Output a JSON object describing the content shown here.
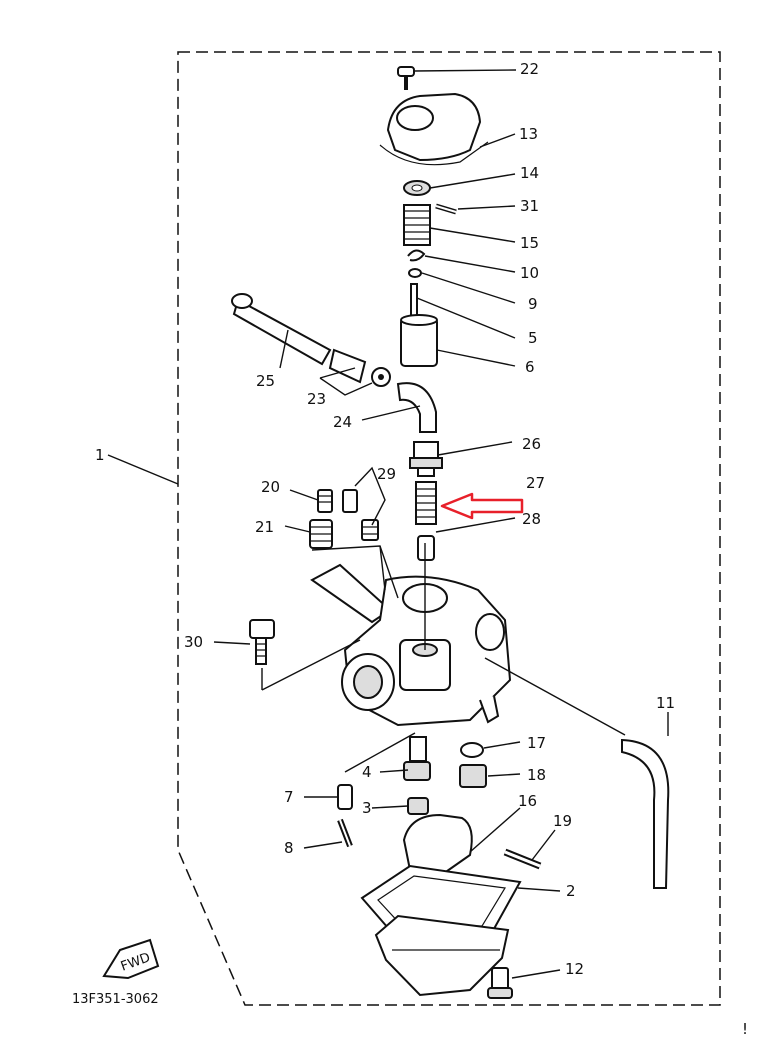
{
  "diagram": {
    "part_code": "13F351-3062",
    "fwd_label": "FWD",
    "corner_mark": "!",
    "arrow_color": "#e8202a",
    "line_color": "#111111",
    "callouts": [
      "1",
      "2",
      "3",
      "4",
      "5",
      "6",
      "7",
      "8",
      "9",
      "10",
      "11",
      "12",
      "13",
      "14",
      "15",
      "16",
      "17",
      "18",
      "19",
      "20",
      "21",
      "22",
      "23",
      "24",
      "25",
      "26",
      "27",
      "28",
      "29",
      "30",
      "31"
    ]
  }
}
